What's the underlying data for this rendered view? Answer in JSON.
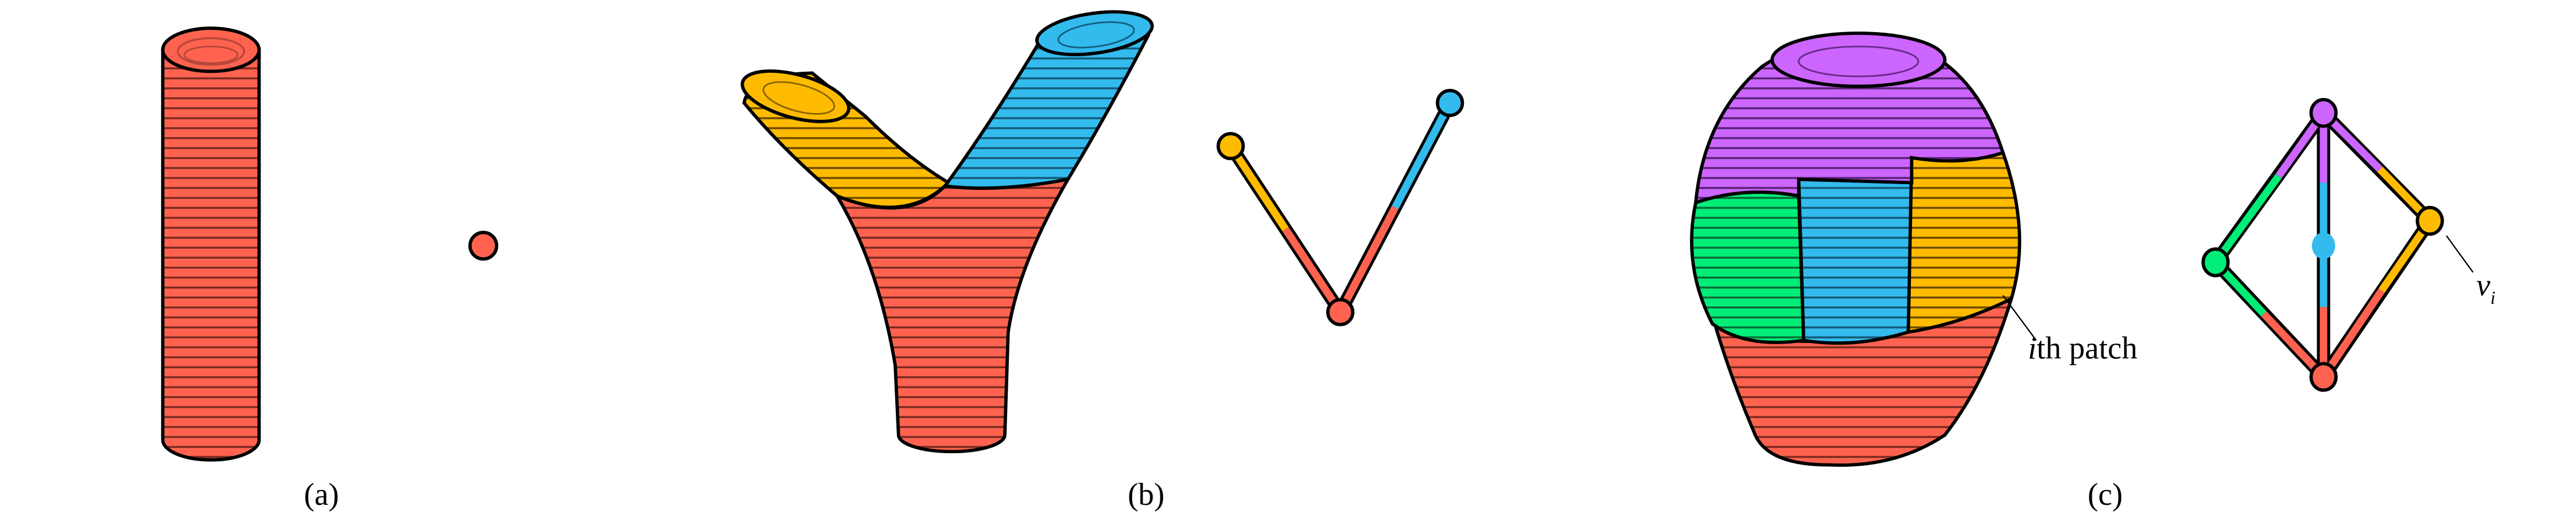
{
  "panels": {
    "a": {
      "caption": "(a)"
    },
    "b": {
      "caption": "(b)"
    },
    "c": {
      "caption": "(c)",
      "patch_label_italic": "i",
      "patch_label_rest": "th patch",
      "vertex_label": "v",
      "vertex_subscript": "i"
    }
  },
  "colors": {
    "red": "#FF6350",
    "yellow": "#FFBB00",
    "blue": "#33BBEE",
    "purple": "#CC66FF",
    "green": "#00EE77",
    "outline": "#000000"
  }
}
